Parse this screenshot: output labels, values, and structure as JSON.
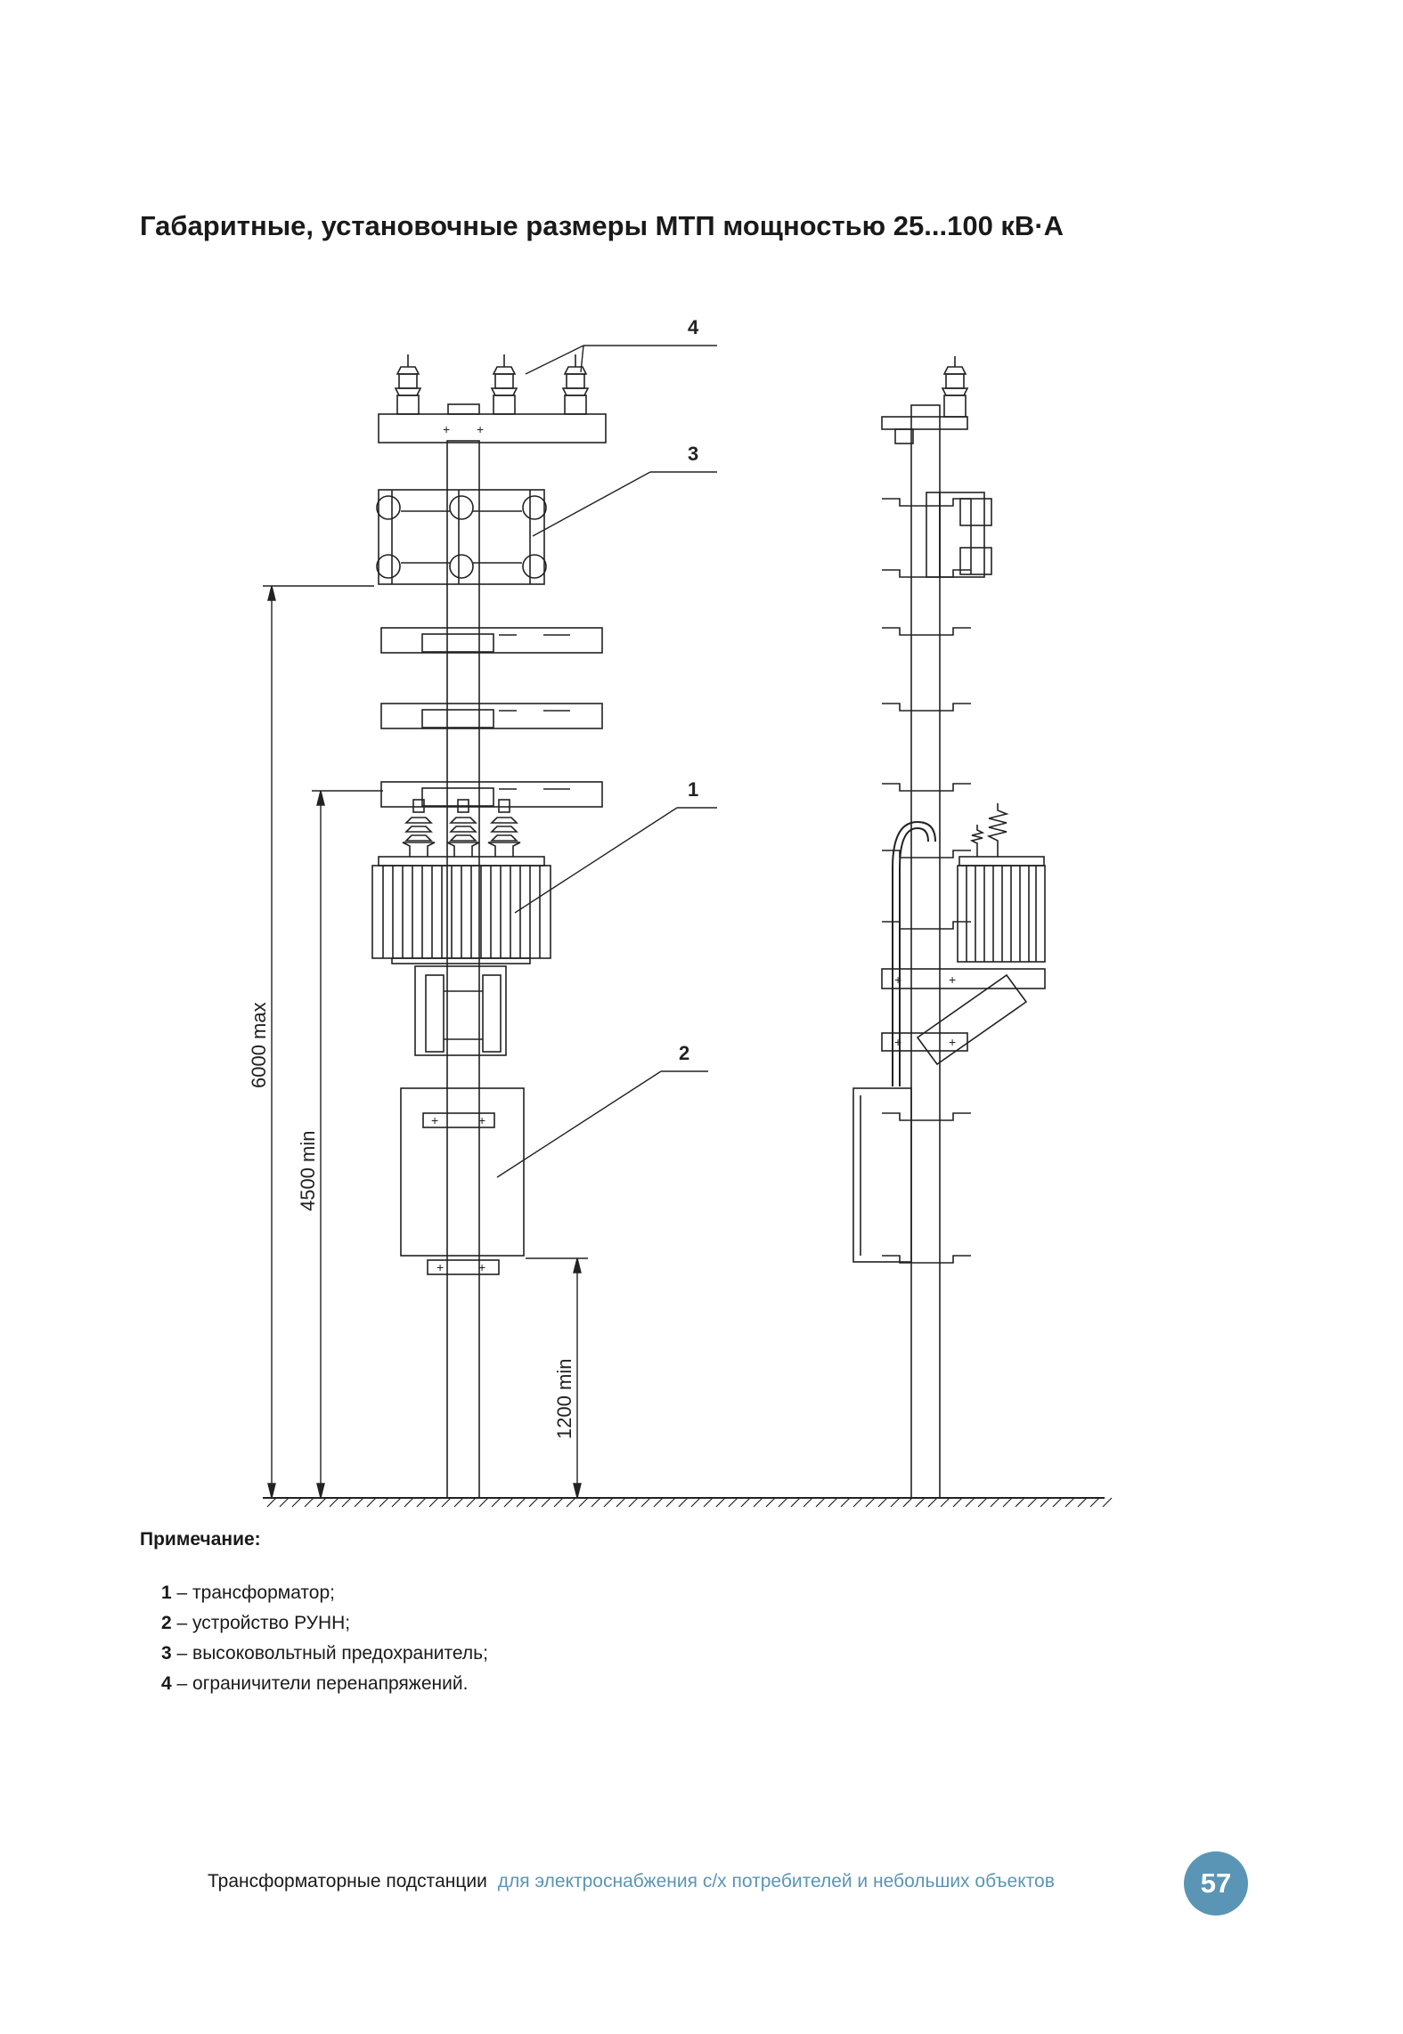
{
  "title": "Габаритные, установочные размеры МТП мощностью 25...100 кВ·А",
  "drawing": {
    "callouts": [
      "1",
      "2",
      "3",
      "4"
    ],
    "dimensions": [
      "6000 max",
      "4500 min",
      "1200 min"
    ]
  },
  "note": {
    "heading": "Примечание:",
    "items": [
      {
        "num": "1",
        "text": "– трансформатор;"
      },
      {
        "num": "2",
        "text": "– устройство РУНН;"
      },
      {
        "num": "3",
        "text": "– высоковольтный предохранитель;"
      },
      {
        "num": "4",
        "text": "– ограничители перенапряжений."
      }
    ]
  },
  "footer": {
    "main": "Трансформаторные подстанции",
    "sub": "для электроснабжения с/х потребителей и небольших объектов",
    "page": "57"
  },
  "colors": {
    "accent": "#5b95b5",
    "line": "#222222"
  }
}
